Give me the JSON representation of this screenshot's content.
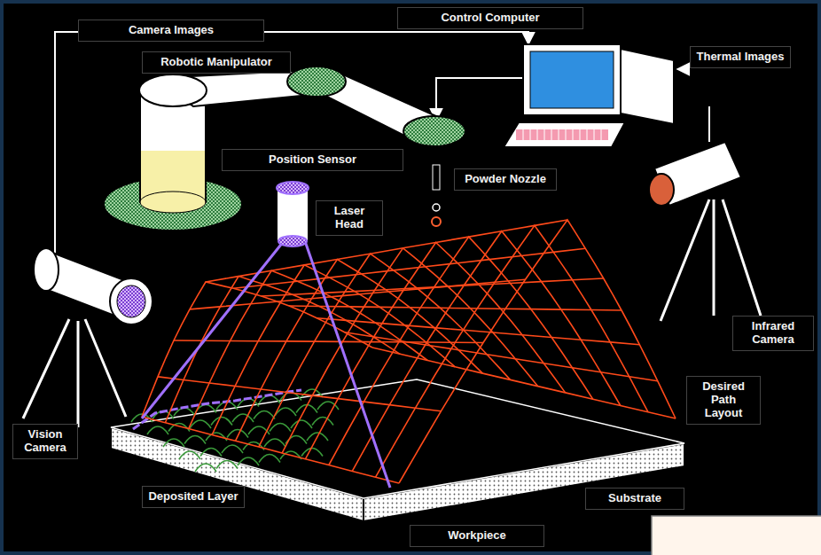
{
  "diagram": {
    "nodes": [
      {
        "text": [
          "Camera Images"
        ]
      },
      {
        "text": [
          "Control Computer"
        ]
      },
      {
        "text": [
          "Robotic Manipulator"
        ]
      },
      {
        "text": [
          "Thermal Images"
        ]
      },
      {
        "text": [
          "Position Sensor"
        ]
      },
      {
        "text": [
          "Powder Nozzle"
        ]
      },
      {
        "text": [
          "Laser Head"
        ]
      },
      {
        "text": [
          "Infrared Camera"
        ]
      },
      {
        "text": [
          "Desired Path Layout"
        ]
      },
      {
        "text": [
          "Vision Camera"
        ]
      },
      {
        "text": [
          "Deposited Layer"
        ]
      },
      {
        "text": [
          "Substrate"
        ]
      },
      {
        "text": [
          "Workpiece"
        ]
      }
    ]
  }
}
